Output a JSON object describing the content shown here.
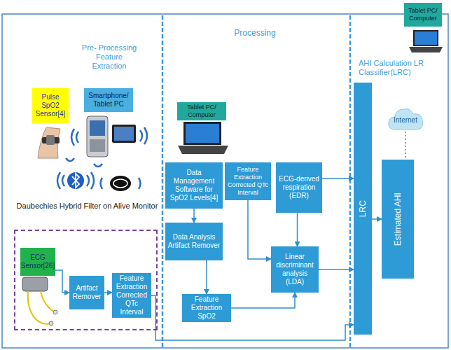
{
  "diagram": {
    "nodes": [
      {
        "text": [
          "Pulse SpO2 Sensor[4]"
        ]
      },
      {
        "text": [
          "Smartphone/ Tablet PC"
        ]
      },
      {
        "text": [
          "Daubechies Hybrid Filter on Alive Monitor"
        ]
      },
      {
        "text": [
          "ECG Sensor[26]"
        ],
        "in": 2
      },
      {
        "text": [
          "Artifact Remover"
        ],
        "in": 2
      },
      {
        "text": [
          "Feature Extraction Corrected QTc Interval"
        ],
        "in": 2
      },
      {
        "text": [
          "Tablet PC/ Computer"
        ]
      },
      {
        "text": [
          "Data Management Software for SpO2 Levels[4]"
        ]
      },
      {
        "text": [
          "Feature Extraction Corrected QTc Interval"
        ]
      },
      {
        "text": [
          "ECG-derived respiration (EDR)"
        ]
      },
      {
        "text": [
          "Data Analysis Artifact Remover"
        ]
      },
      {
        "text": [
          "Linear discriminant analysis (LDA)"
        ]
      },
      {
        "text": [
          "Feature Extraction SpO2"
        ]
      },
      {
        "text": [
          "Tablet PC/ Computer"
        ]
      },
      {
        "text": [
          "Internet"
        ]
      },
      {
        "text": [
          "LRC"
        ]
      },
      {
        "text": [
          "Estimated AHI"
        ]
      }
    ],
    "edges": [
      {
        "from": 3,
        "to": 4,
        "arrow": "to"
      },
      {
        "from": 4,
        "to": 5,
        "arrow": "to"
      },
      {
        "from": 7,
        "to": 10,
        "arrow": "to"
      },
      {
        "from": 10,
        "to": 12,
        "arrow": "to"
      },
      {
        "from": 8,
        "to": 11,
        "arrow": "to"
      },
      {
        "from": 9,
        "to": 11,
        "arrow": "to"
      },
      {
        "from": 12,
        "to": 11,
        "arrow": "to"
      },
      {
        "from": 11,
        "to": 15,
        "arrow": "to"
      },
      {
        "from": 9,
        "to": 15,
        "arrow": "to"
      },
      {
        "from": 5,
        "to": 15,
        "arrow": "to"
      },
      {
        "from": 15,
        "to": 16,
        "arrow": "to"
      },
      {
        "from": 14,
        "to": 16,
        "arrow": "none"
      }
    ],
    "labels": [
      "Pre- Processing Feature Extraction",
      "Processing",
      "AHI Calculation LR Classifier(LRC)"
    ]
  }
}
